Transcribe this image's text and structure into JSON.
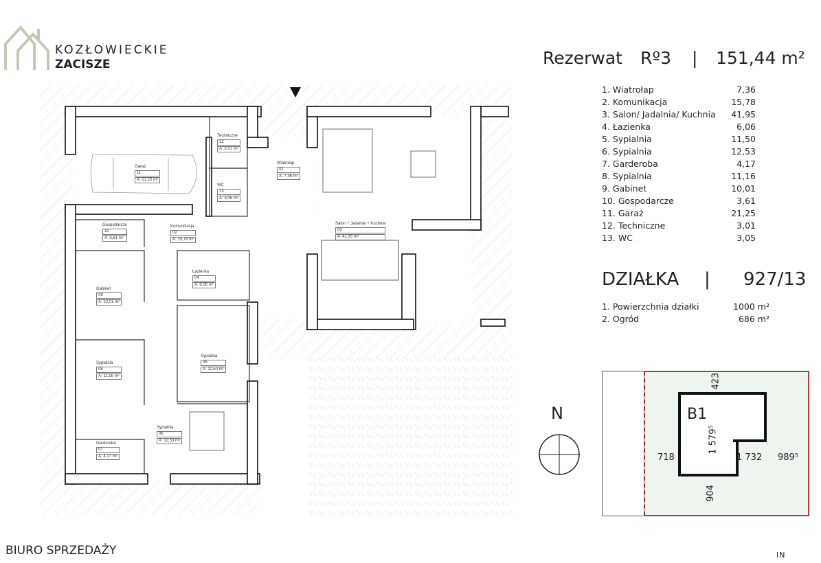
{
  "brand": {
    "line1": "KOZŁOWIECKIE",
    "line2": "ZACISZE"
  },
  "header": {
    "name": "Rezerwat",
    "number": "Rº3",
    "separator": "|",
    "area": "151,44 m²"
  },
  "rooms": [
    {
      "label": "1. Wiatrołap",
      "value": "7,36"
    },
    {
      "label": "2. Komunikacja",
      "value": "15,78"
    },
    {
      "label": "3. Salon/ Jadalnia/ Kuchnia",
      "value": "41,95"
    },
    {
      "label": "4. Łazienka",
      "value": "6,06"
    },
    {
      "label": "5. Sypialnia",
      "value": "11,50"
    },
    {
      "label": "6. Sypialnia",
      "value": "12,53"
    },
    {
      "label": "7. Garderoba",
      "value": "4,17"
    },
    {
      "label": "8. Sypialnia",
      "value": "11,16"
    },
    {
      "label": "9. Gabinet",
      "value": "10,01"
    },
    {
      "label": "10. Gospodarcze",
      "value": "3,61"
    },
    {
      "label": "11. Garaż",
      "value": "21,25"
    },
    {
      "label": "12. Techniczne",
      "value": "3,01"
    },
    {
      "label": "13. WC",
      "value": "3,05"
    }
  ],
  "plot": {
    "title": "DZIAŁKA",
    "separator": "|",
    "number": "927/13",
    "items": [
      {
        "label": "1. Powierzchnia działki",
        "value": "1000 m²"
      },
      {
        "label": "2. Ogród",
        "value": "686 m²"
      }
    ]
  },
  "plan_labels": {
    "garaz": {
      "name": "Garaż",
      "no": "11",
      "area": "A: 21,25 m²"
    },
    "techniczne": {
      "name": "Techniczne",
      "no": "12",
      "area": "A: 3,01 m²"
    },
    "wc": {
      "name": "WC",
      "no": "13",
      "area": "A: 3,05 m²"
    },
    "wiatrolap": {
      "name": "Wiatrołap",
      "no": "01",
      "area": "A: 7,36 m²"
    },
    "gospodarcze": {
      "name": "Gospodarcze",
      "no": "10",
      "area": "A: 3,61 m²"
    },
    "komunikacja": {
      "name": "Komunikacja",
      "no": "02",
      "area": "A: 15,78 m²"
    },
    "salon": {
      "name": "Salon + Jadalnia + Kuchnia",
      "no": "03",
      "area": "A: 41,95 m²"
    },
    "lazienka": {
      "name": "Łazienka",
      "no": "04",
      "area": "A: 6,06 m²"
    },
    "gabinet": {
      "name": "Gabinet",
      "no": "09",
      "area": "A: 10,01 m²"
    },
    "sypialnia5": {
      "name": "Sypialnia",
      "no": "05",
      "area": "A: 11,50 m²"
    },
    "sypialnia8": {
      "name": "Sypialnia",
      "no": "08",
      "area": "A: 11,16 m²"
    },
    "sypialnia6": {
      "name": "Sypialnia",
      "no": "06",
      "area": "A: 12,53 m²"
    },
    "garderoba": {
      "name": "Garderoba",
      "no": "07",
      "area": "A: 4,17 m²"
    }
  },
  "site": {
    "building": "B1",
    "dims": [
      "718",
      "1 732",
      "989⁵",
      "1 579⁵",
      "904",
      "423⁵"
    ]
  },
  "compass": {
    "label": "N"
  },
  "footer": {
    "office": "BIURO SPRZEDAŻY",
    "mark": "IN"
  }
}
